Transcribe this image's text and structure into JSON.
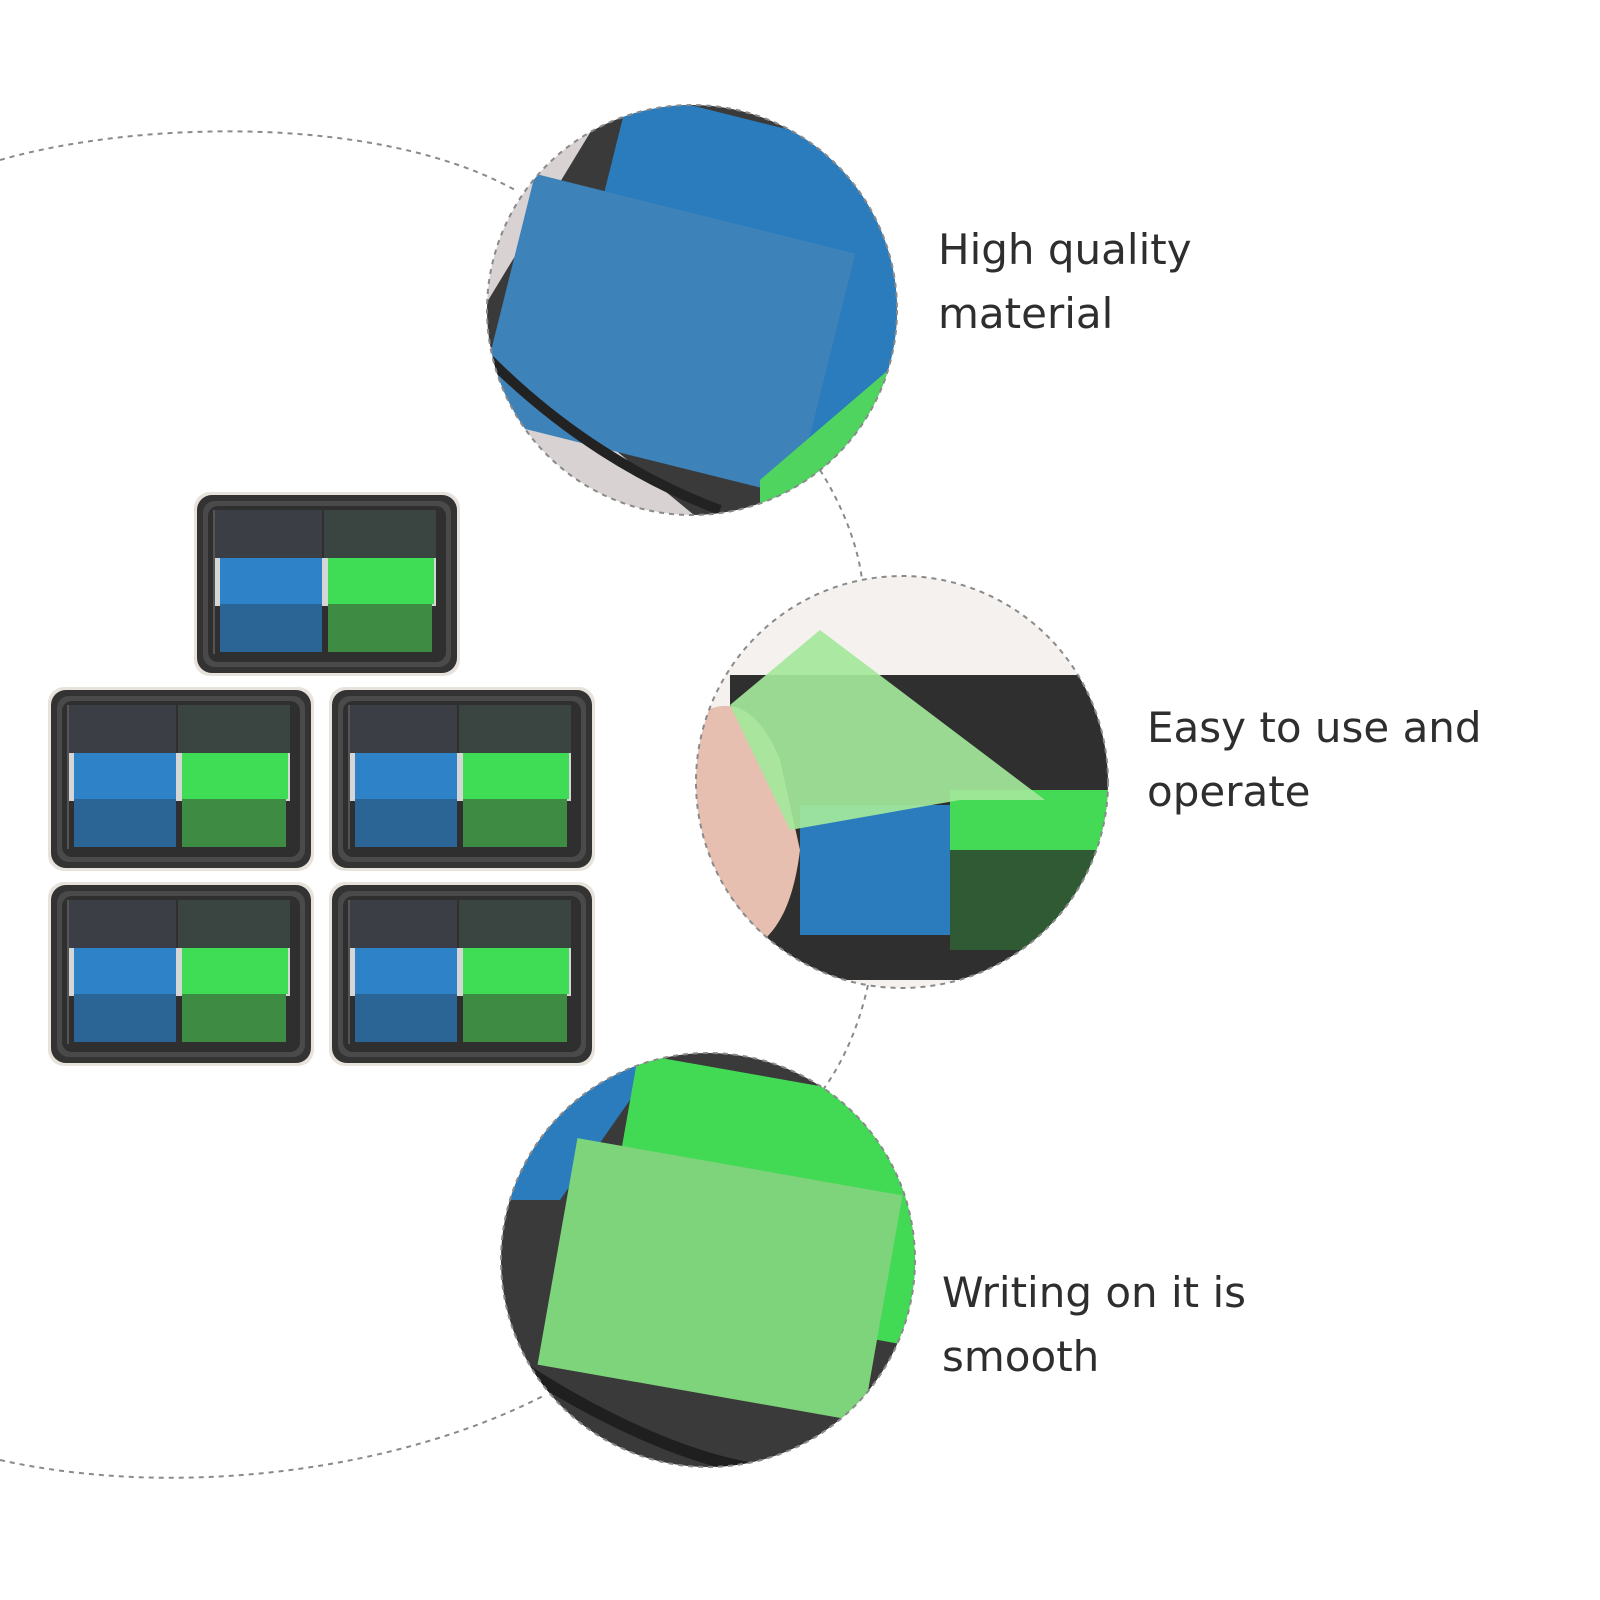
{
  "features": [
    {
      "text": "High quality\nmaterial"
    },
    {
      "text": "Easy to use and\noperate"
    },
    {
      "text": "Writing on it is\nsmooth"
    }
  ],
  "colors": {
    "background": "#ffffff",
    "text": "#2e2e2e",
    "dash": "#8a8a8a",
    "flag_blue": "#2b7fc3",
    "flag_green": "#3cdc52",
    "dispenser": "#3a3a3a",
    "dispenser_rim": "#e8e2dc"
  },
  "product": {
    "dispenser_count": 5
  }
}
